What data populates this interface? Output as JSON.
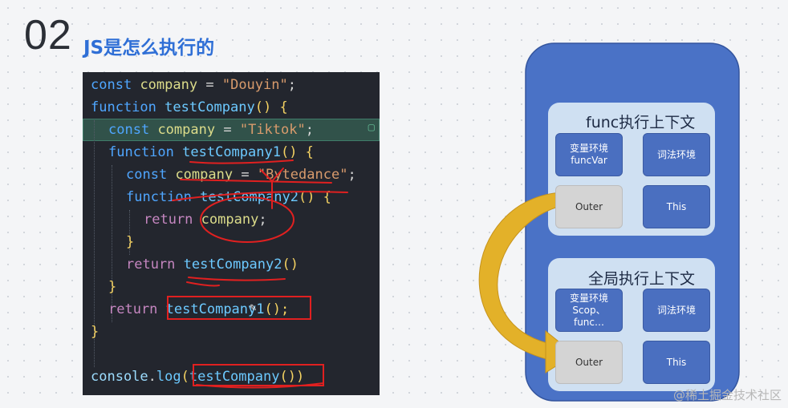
{
  "header": {
    "number": "02",
    "title": "JS是怎么执行的"
  },
  "code": {
    "line1": {
      "kw": "const",
      "id": "company",
      "op": "=",
      "str": "\"Douyin\"",
      "end": ";"
    },
    "line2": {
      "kw": "function",
      "fn": "testCompany",
      "end": "() {"
    },
    "line3": {
      "kw": "const",
      "id": "company",
      "op": "=",
      "str": "\"Tiktok\"",
      "end": ";"
    },
    "line4": {
      "kw": "function",
      "fn": "testCompany1",
      "end": "() {"
    },
    "line5": {
      "kw": "const",
      "id": "company",
      "op": "=",
      "str": "\"Bytedance\"",
      "end": ";"
    },
    "line6": {
      "kw": "function",
      "fn": "testCompany2",
      "end": "() {"
    },
    "line7": {
      "kw": "return",
      "id": "company",
      "end": ";"
    },
    "line8": {
      "end": "}"
    },
    "line9": {
      "kw": "return",
      "fn": "testCompany2",
      "end": "()"
    },
    "line10": {
      "end": "}"
    },
    "line11": {
      "kw": "return",
      "fn": "testCompany1",
      "end": "();"
    },
    "line12": {
      "end": "}"
    },
    "line13": {
      "obj": "console",
      "dot": ".",
      "method": "log",
      "open": "(",
      "fn": "testCompany",
      "call": "()",
      "close": ")"
    }
  },
  "diagram": {
    "func_context": {
      "title": "func执行上下文",
      "var_env_label": "变量环境",
      "var_env_sub": "funcVar",
      "lex_env_label": "词法环境",
      "outer_label": "Outer",
      "this_label": "This"
    },
    "global_context": {
      "title": "全局执行上下文",
      "var_env_label": "变量环境",
      "var_env_sub1": "Scop、",
      "var_env_sub2": "func…",
      "lex_env_label": "词法环境",
      "outer_label": "Outer",
      "this_label": "This"
    }
  },
  "watermark": "@稀土掘金技术社区",
  "colors": {
    "title_blue": "#2f6fd6",
    "outer_panel": "#4a72c6",
    "context_panel": "#cfe0f2",
    "cell_blue": "#4a6fc0",
    "arrow_gold": "#e3b129",
    "ink_red": "#e02020"
  }
}
